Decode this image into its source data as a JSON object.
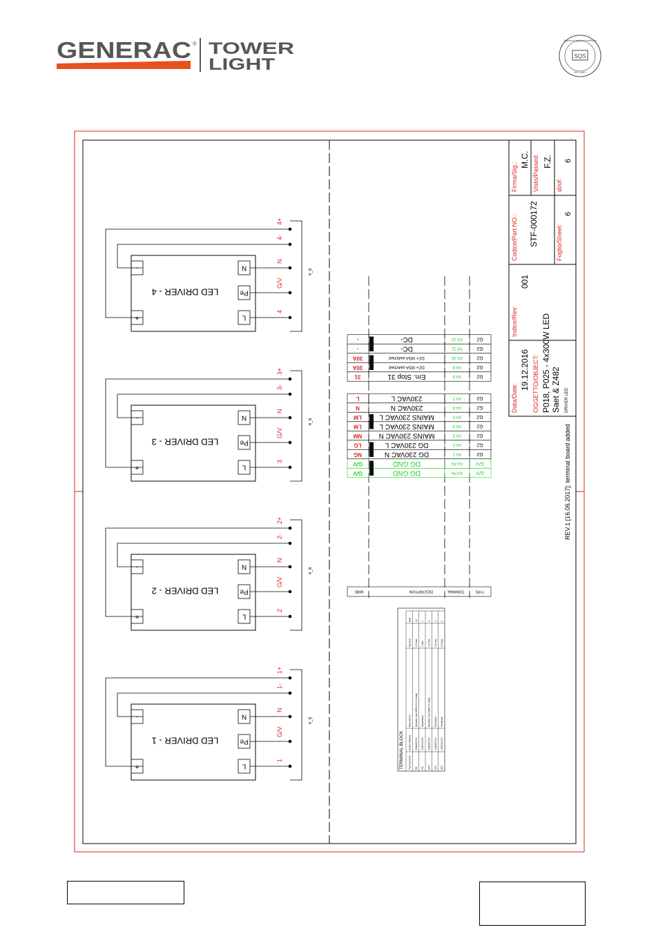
{
  "brand": {
    "name": "GENERAC",
    "registered": "®",
    "product_line1": "TOWER",
    "product_line2": "LIGHT",
    "seal_text": "Sistema di gestione certificato",
    "seal_code": "ISO 9001",
    "colors": {
      "brand_gray": "#575756",
      "brand_orange": "#e8501e"
    }
  },
  "title_block": {
    "firma_label": "Firma/Sig.:",
    "firma_value": "M.C.",
    "visto_label": "Visto/Passed:",
    "visto_value": "F.Z.",
    "di_label": "di/of:",
    "di_value": "6",
    "codice_label": "Codice/Part NO.:",
    "codice_value": "STF-000172",
    "foglio_label": "Foglio/Sheet:",
    "foglio_value": "6",
    "indice_label": "Indice/Rev:",
    "indice_value": "001",
    "data_label": "Data/Date:",
    "data_value": "19.12.2016",
    "oggetto_label": "OGGETTO/OBJECT:",
    "oggetto_line1": "P018, P025 - 4x300W LED",
    "oggetto_line2": "Saet & Z482",
    "oggetto_line3": "DRIVER LED",
    "revision_note": "REV.1 [16.06.2017]: terminal board added"
  },
  "drivers": [
    {
      "label": "LED DRIVER - 1",
      "wires": [
        "1+",
        "1-",
        "N",
        "G/V",
        "1"
      ],
      "cable": "4_6"
    },
    {
      "label": "LED DRIVER - 2",
      "wires": [
        "2+",
        "2-",
        "N",
        "G/V",
        "2"
      ],
      "cable": "4_6"
    },
    {
      "label": "LED DRIVER - 3",
      "wires": [
        "3+",
        "3-",
        "N",
        "G/V",
        "3"
      ],
      "cable": "4_6"
    },
    {
      "label": "LED DRIVER - 4",
      "wires": [
        "4+",
        "4-",
        "N",
        "G/V",
        "4"
      ],
      "cable": "4_6"
    }
  ],
  "driver_pins": {
    "n": "N",
    "pe": "Pe",
    "l": "L",
    "minus": "-",
    "plus": "+"
  },
  "terminal_table": {
    "headers": [
      "WIRE",
      "DESCRIPTION",
      "TERMINAL",
      "TYPE"
    ],
    "rows": [
      {
        "wire": "G/V",
        "desc": "DG GND",
        "terminal": "XA Pe",
        "type": "G/V",
        "color": "green"
      },
      {
        "wire": "G/V",
        "desc": "DG GND",
        "terminal": "XA Pe",
        "type": "G/V",
        "color": "green"
      },
      {
        "wire": "NG",
        "desc": "DG 230VAC N",
        "terminal": "XA 1",
        "type": "G2",
        "color": "black"
      },
      {
        "wire": "LG",
        "desc": "DG 230VAC L",
        "terminal": "XA 2",
        "type": "G2",
        "color": "black"
      },
      {
        "wire": "NM",
        "desc": "MAINS 230VAC N",
        "terminal": "XA 3",
        "type": "G2",
        "color": "black"
      },
      {
        "wire": "LM",
        "desc": "MAINS 230VAC L",
        "terminal": "XA 4",
        "type": "G2",
        "color": "black"
      },
      {
        "wire": "LM",
        "desc": "MAINS 230VAC L",
        "terminal": "XA 5",
        "type": "G2",
        "color": "black"
      },
      {
        "wire": "N",
        "desc": "230VAC N",
        "terminal": "XA 6",
        "type": "G2",
        "color": "black"
      },
      {
        "wire": "L",
        "desc": "230VAC L",
        "terminal": "XA 7",
        "type": "G2",
        "color": "black"
      },
      {
        "wire": "31",
        "desc": "Em. Stop 31",
        "terminal": "XA 8",
        "type": "G2",
        "color": "black"
      },
      {
        "wire": "30A",
        "desc": "DC+ MSA switched",
        "terminal": "XA 9",
        "type": "G2",
        "color": "black"
      },
      {
        "wire": "30A",
        "desc": "DC+ MSA switched",
        "terminal": "XA 10",
        "type": "G2",
        "color": "black"
      },
      {
        "wire": "-",
        "desc": "DC-",
        "terminal": "XA 11",
        "type": "G2",
        "color": "black"
      },
      {
        "wire": "-",
        "desc": "DC-",
        "terminal": "XA 12",
        "type": "G2",
        "color": "black"
      }
    ]
  },
  "terminal_block": {
    "title": "TERMINAL BLOCK",
    "headers": [
      "Tipo morsetto",
      "Codice Weidm.",
      "Descrizione",
      "Sezione",
      "Q.tà"
    ],
    "rows": [
      [
        "G2",
        "2064130000",
        "Morsetto tipo WDU 2.5 2.5 mmq",
        "2.5 mm",
        "12"
      ],
      [
        "G2",
        "1050000000",
        "Separatore",
        "2 mm",
        "1"
      ],
      [
        "G/V",
        "2064160000",
        "Morsetto tipo WPE 2.5 mmq",
        "2.5 mm",
        "2"
      ],
      [
        "G/V",
        "1061200000",
        "Ponticello",
        "2.5 mm",
        "2"
      ],
      [
        "G/V",
        "1050000000",
        "Terminale",
        "2.5 mm",
        "2"
      ]
    ]
  }
}
